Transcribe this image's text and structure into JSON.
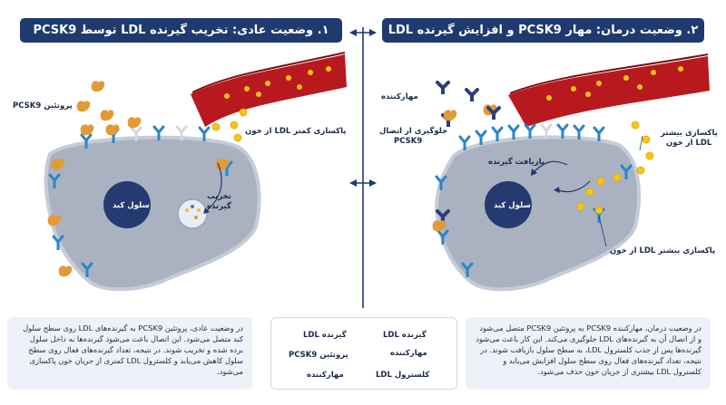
{
  "panel1": {
    "title": "۱. وضعیت عادی: تخریب گیرنده LDL توسط PCSK9",
    "labels": {
      "pcsk9_protein": "پروتئین PCSK9",
      "less_clearance": "پاکسازی کمتر LDL از خون",
      "liver_cell": "سلول کبد",
      "receptor_destruction_1": "تخریب",
      "receptor_destruction_2": "گیرنده"
    },
    "caption": "در وضعیت عادی، پروتئین PCSK9 به گیرنده‌های LDL روی سطح سلول کبد متصل می‌شود. این اتصال باعث می‌شود گیرنده‌ها به داخل سلول برده شده و تخریب شوند. در نتیجه، تعداد گیرنده‌های فعال روی سطح سلول کاهش می‌یابد و کلسترول LDL کمتری از جریان خون پاکسازی می‌شود."
  },
  "panel2": {
    "title": "۲. وضعیت درمان: مهار PCSK9 و افزایش گیرنده LDL",
    "labels": {
      "inhibitor": "مهارکننده",
      "block_1": "جلوگیری از اتصال",
      "block_2": "PCSK9",
      "more_clearance_top_1": "پاکسازی بیشتر",
      "more_clearance_top_2": "LDL از خون",
      "recycling": "بازیافت گیرنده",
      "liver_cell": "سلول کبد",
      "more_clearance_bottom": "پاکسازی بیشتر LDL از خون"
    },
    "caption": "در وضعیت درمان، مهارکننده PCSK9 به پروتئین PCSK9 متصل می‌شود و از اتصال آن به گیرنده‌های LDL جلوگیری می‌کند. این کار باعث می‌شود گیرنده‌ها پس از جذب کلسترول LDL، به سطح سلول بازیافت شوند. در نتیجه، تعداد گیرنده‌های فعال روی سطح سلول افزایش می‌یابد و کلسترول LDL بیشتری از جریان خون حذف می‌شود."
  },
  "legend": {
    "ldl_receptor": "گیرنده LDL",
    "ldl_receptor_inactive": "گیرنده LDL",
    "inhibitor": "مهارکننده",
    "pcsk9_protein": "پروتئین PCSK9",
    "ldl_cholesterol": "کلسترول LDL",
    "inhibitor_bound": "مهارکننده"
  },
  "colors": {
    "title_bg": "#1e3a6e",
    "receptor": "#2a86c8",
    "pcsk9": "#e29a36",
    "inhibitor": "#2b3f7a",
    "ldl": "#f5c518",
    "cell": "#b3bac8",
    "vessel": "#b8191e"
  }
}
